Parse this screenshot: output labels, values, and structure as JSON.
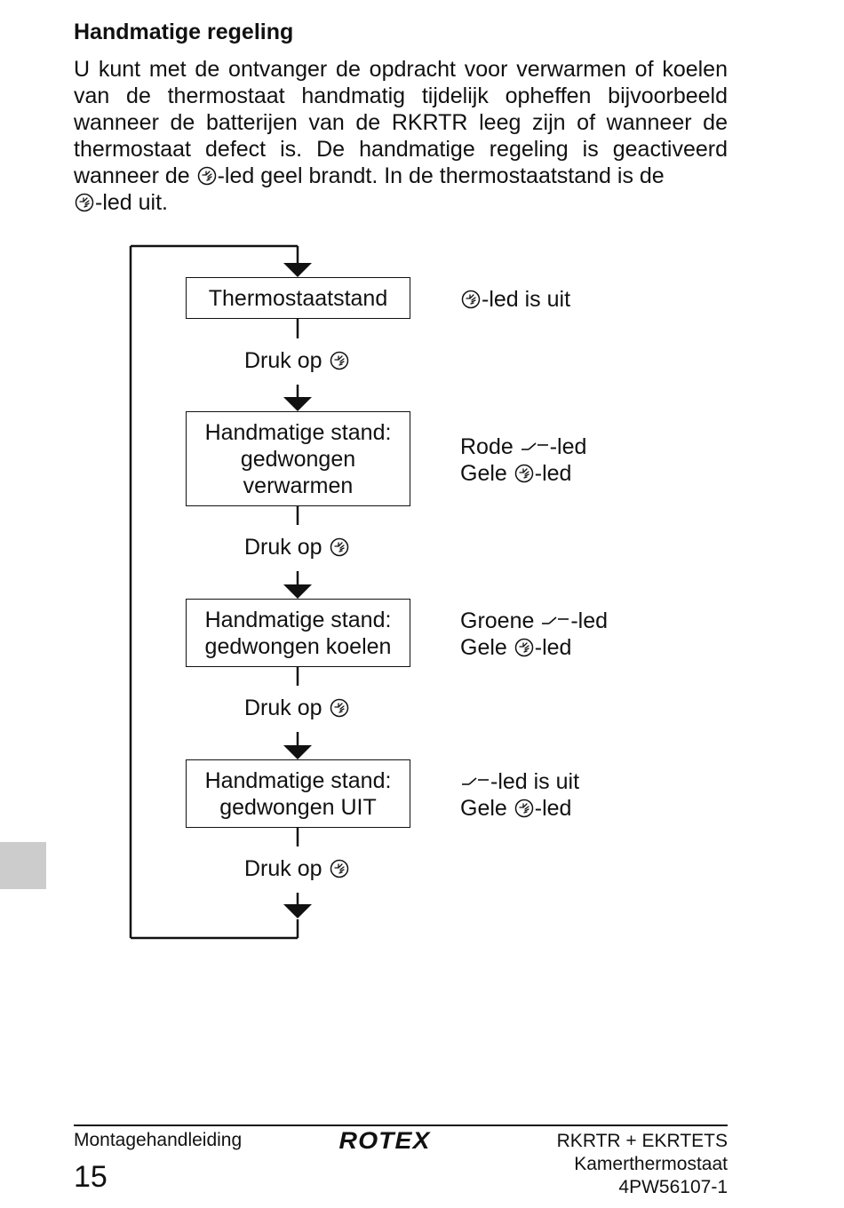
{
  "section_title": "Handmatige regeling",
  "intro": {
    "part1": "U kunt met de ontvanger de opdracht voor verwarmen of koelen van de thermostaat handmatig tijdelijk opheffen bijvoorbeeld wanneer de batterijen van de RKRTR leeg zijn of wanneer de thermostaat defect is. De handmatige regeling is geactiveerd wanneer de",
    "part2": "-led geel brandt. In de thermostaatstand is de",
    "part3": "-led uit."
  },
  "flow": {
    "press_label": "Druk op",
    "steps": [
      {
        "lines": [
          "Thermostaatstand"
        ],
        "status": [
          [
            "hand-icon",
            "-led is uit"
          ]
        ]
      },
      {
        "lines": [
          "Handmatige stand:",
          "gedwongen",
          "verwarmen"
        ],
        "status": [
          [
            "Rode ",
            "switch-icon",
            "-led"
          ],
          [
            "Gele ",
            "hand-icon",
            "-led"
          ]
        ]
      },
      {
        "lines": [
          "Handmatige stand:",
          "gedwongen koelen"
        ],
        "status": [
          [
            "Groene ",
            "switch-icon",
            "-led"
          ],
          [
            "Gele ",
            "hand-icon",
            "-led"
          ]
        ]
      },
      {
        "lines": [
          "Handmatige stand:",
          "gedwongen UIT"
        ],
        "status": [
          [
            "switch-icon",
            "-led is uit"
          ],
          [
            "Gele ",
            "hand-icon",
            "-led"
          ]
        ]
      }
    ]
  },
  "footer": {
    "left": "Montagehandleiding",
    "page_number": "15",
    "brand": "ROTEX",
    "right_lines": [
      "RKRTR + EKRTETS",
      "Kamerthermostaat",
      "4PW56107-1"
    ]
  },
  "icons": [
    "hand-icon",
    "switch-icon",
    "arrow-down-icon"
  ],
  "colors": {
    "text": "#111111",
    "side_tab": "#cccccc",
    "background": "#ffffff"
  }
}
